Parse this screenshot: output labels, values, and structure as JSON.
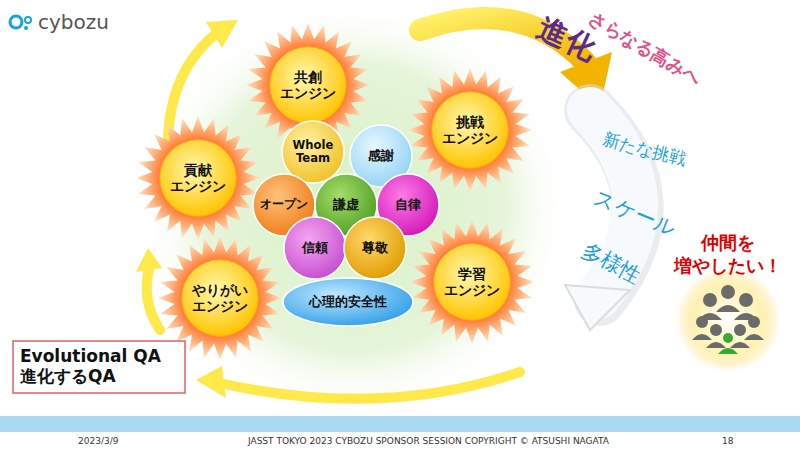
{
  "diagram": {
    "nodes": [
      {
        "text": [
          "共創 エンジン"
        ]
      },
      {
        "text": [
          "挑戦 エンジン"
        ]
      },
      {
        "text": [
          "貢献 エンジン"
        ]
      },
      {
        "text": [
          "Whole Team"
        ]
      },
      {
        "text": [
          "感謝"
        ]
      },
      {
        "text": [
          "オープン"
        ]
      },
      {
        "text": [
          "謙虚"
        ]
      },
      {
        "text": [
          "自律"
        ]
      },
      {
        "text": [
          "信頼"
        ]
      },
      {
        "text": [
          "尊敬"
        ]
      },
      {
        "text": [
          "やりがい エンジン"
        ]
      },
      {
        "text": [
          "学習 エンジン"
        ]
      },
      {
        "text": [
          "心理的安全性"
        ]
      },
      {
        "text": [
          "Evolutional QA",
          "進化するQA"
        ]
      }
    ],
    "labels": [
      "cybozu",
      "進化",
      "さらなる高みへ",
      "新たな挑戦",
      "スケール",
      "多様性",
      "仲間を 増やしたい！",
      "2023/3/9",
      "JASST TOKYO 2023 CYBOZU SPONSOR SESSION COPYRIGHT © ATSUSHI NAGATA",
      "18"
    ]
  }
}
